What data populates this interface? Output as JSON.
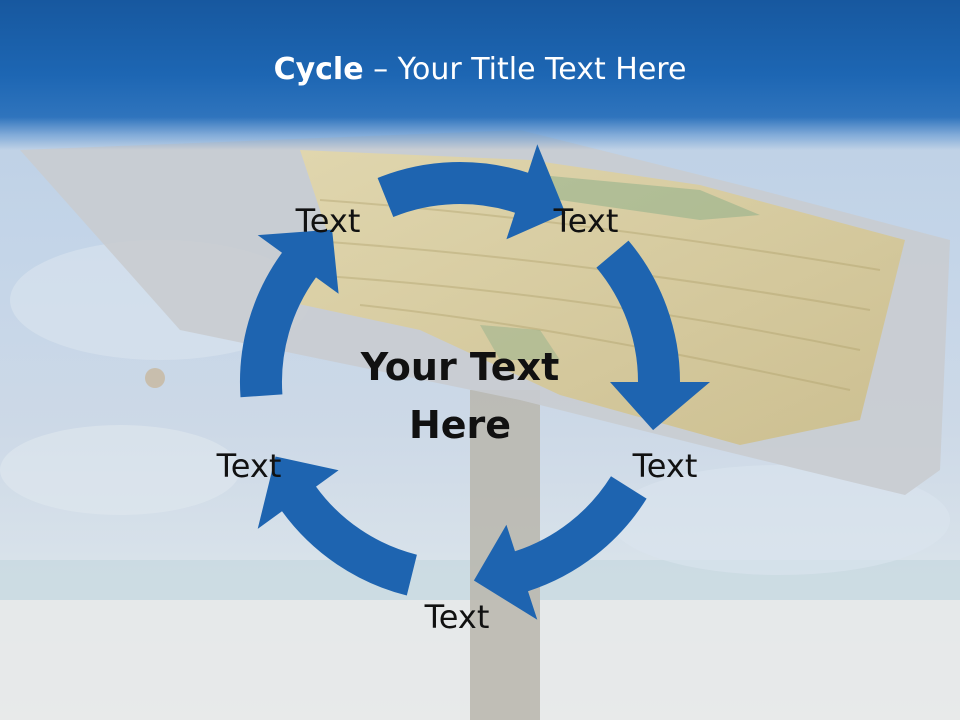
{
  "slide": {
    "title_bold": "Cycle",
    "title_rest": " – Your Title Text Here",
    "center_text_line1": "Your Text",
    "center_text_line2": "Here"
  },
  "cycle": {
    "nodes": [
      {
        "label": "Text"
      },
      {
        "label": "Text"
      },
      {
        "label": "Text"
      },
      {
        "label": "Text"
      },
      {
        "label": "Text"
      }
    ]
  },
  "colors": {
    "arrow": "#1e64b0",
    "title_band": "#1d66b3",
    "text": "#111111",
    "title_text": "#ffffff"
  }
}
